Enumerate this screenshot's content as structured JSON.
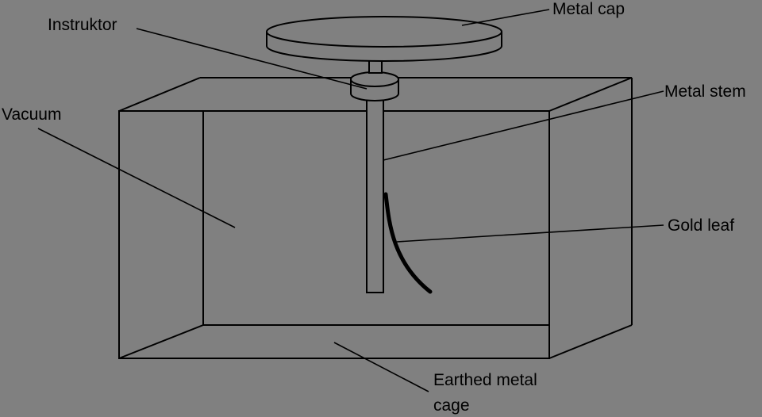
{
  "labels": {
    "metal_cap": "Metal cap",
    "instruktor": "Instruktor",
    "vacuum": "Vacuum",
    "metal_stem": "Metal stem",
    "gold_leaf": "Gold leaf",
    "earthed_line1": "Earthed metal",
    "earthed_line2": "cage"
  },
  "colors": {
    "background": "#808080",
    "stroke": "#000000",
    "fill": "#808080"
  }
}
